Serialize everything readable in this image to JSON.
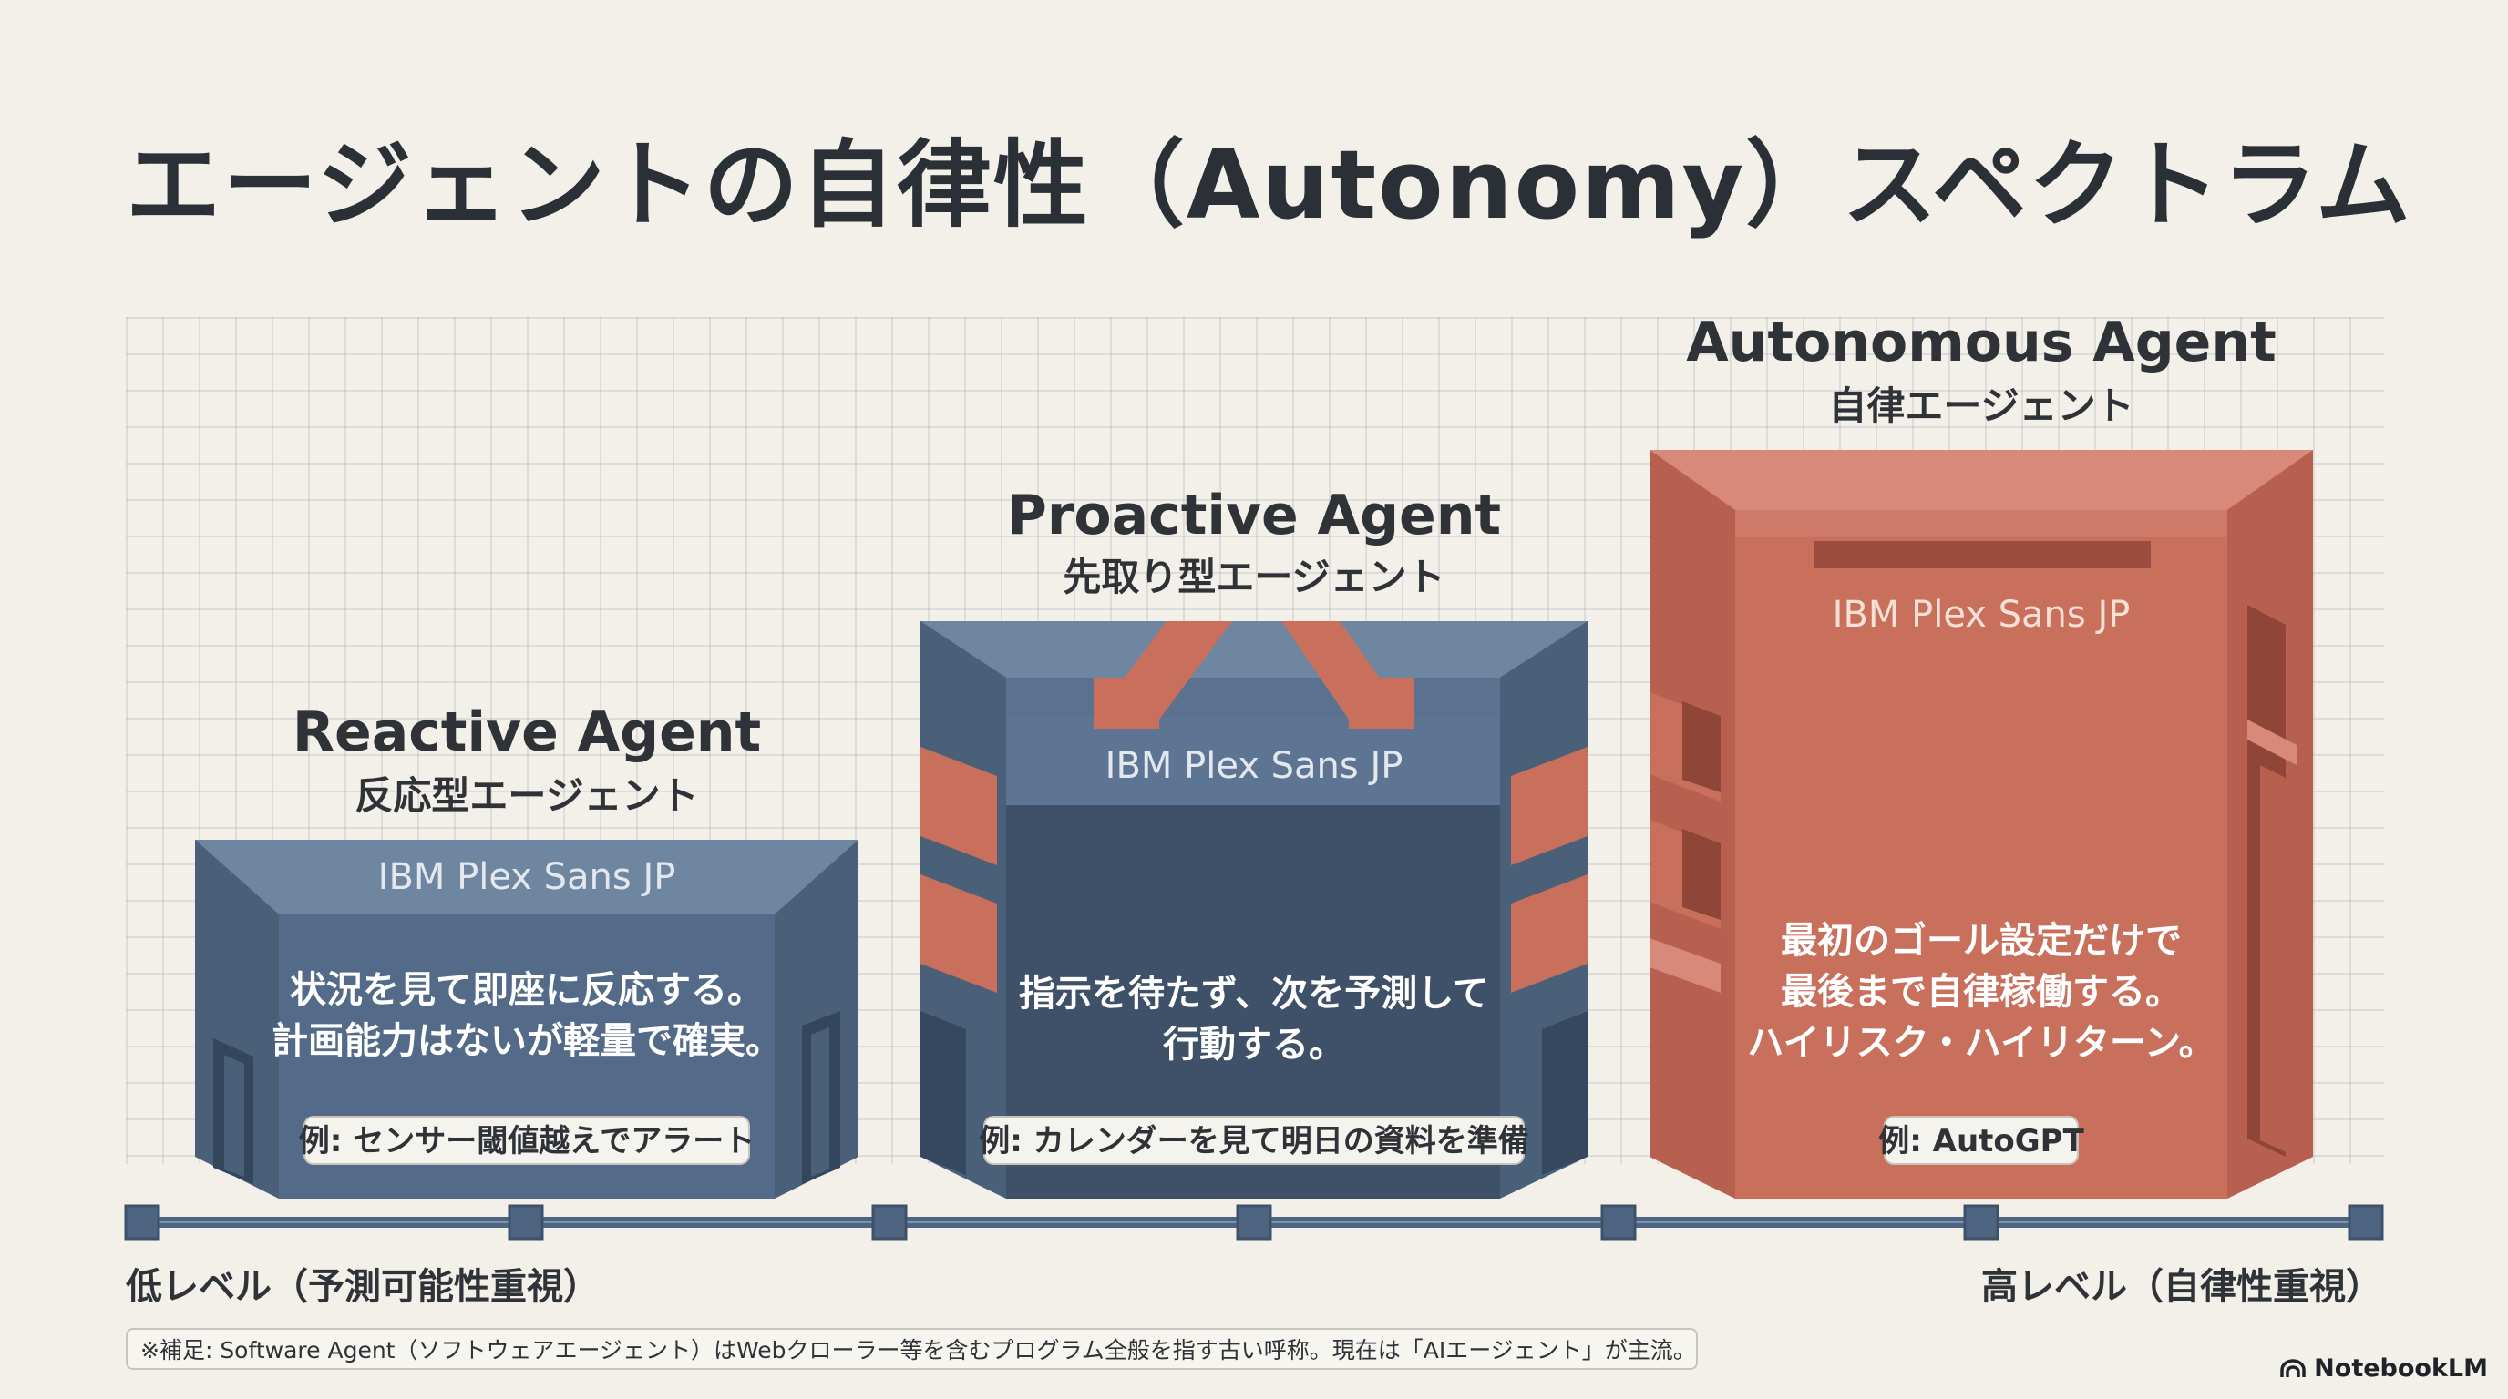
{
  "title": "エージェントの自律性（Autonomy）スペクトラム",
  "levels": [
    {
      "name_en": "Reactive Agent",
      "name_jp": "反応型エージェント",
      "font_label": "IBM Plex Sans JP",
      "description": [
        "状況を見て即座に反応する。",
        "計画能力はないが軽量で確実。"
      ],
      "example": "例: センサー閾値越えでアラート"
    },
    {
      "name_en": "Proactive Agent",
      "name_jp": "先取り型エージェント",
      "font_label": "IBM Plex Sans JP",
      "description": [
        "指示を待たず、次を予測して",
        "行動する。"
      ],
      "example": "例: カレンダーを見て明日の資料を準備"
    },
    {
      "name_en": "Autonomous Agent",
      "name_jp": "自律エージェント",
      "font_label": "IBM Plex Sans JP",
      "description": [
        "最初のゴール設定だけで",
        "最後まで自律稼働する。",
        "ハイリスク・ハイリターン。"
      ],
      "example": "例: AutoGPT"
    }
  ],
  "scale": {
    "low": "低レベル（予測可能性重視）",
    "high": "高レベル（自律性重視）"
  },
  "footnote": "※補足: Software Agent（ソフトウェアエージェント）はWebクローラー等を含むプログラム全般を指す古い呼称。現在は「AIエージェント」が主流。",
  "brand": "NotebookLM",
  "colors": {
    "background": "#f3f0ea",
    "slate": "#4e6582",
    "slate_dark": "#3e5168",
    "terracotta": "#c9705d",
    "terracotta_dark": "#a9584a"
  }
}
